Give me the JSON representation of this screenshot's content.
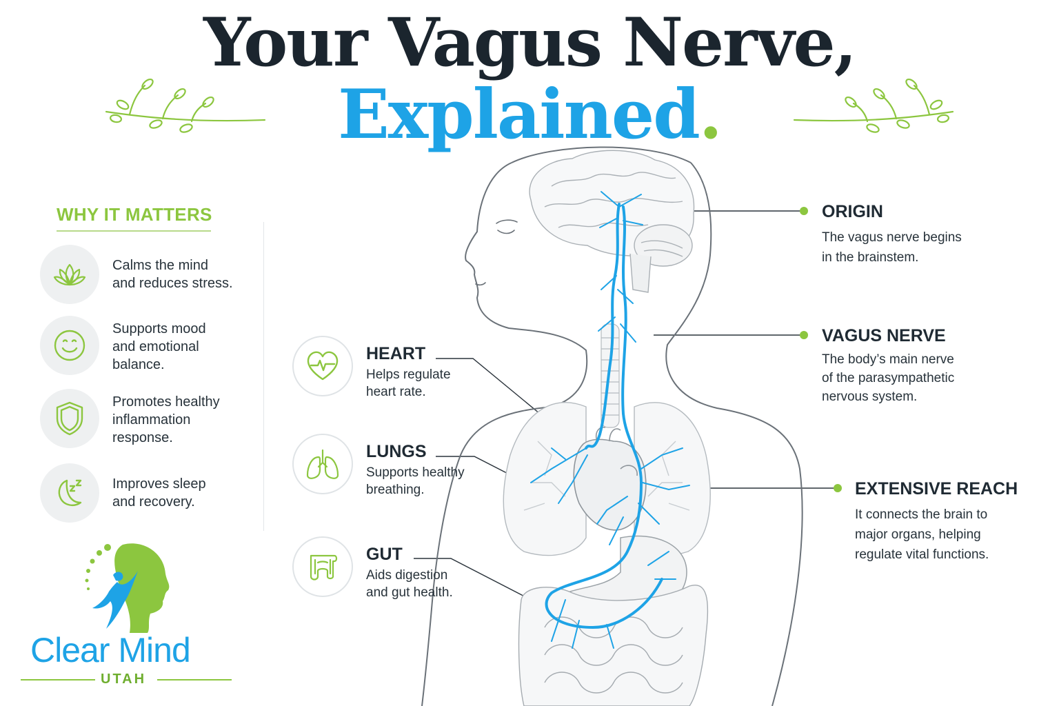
{
  "title": {
    "line1": "Your Vagus Nerve,",
    "line2": "Explained",
    "accent_dot": "."
  },
  "colors": {
    "dark": "#1b252e",
    "blue": "#1ea3e6",
    "green": "#8cc63f"
  },
  "why_it_matters": {
    "heading": "WHY IT MATTERS",
    "items": [
      {
        "icon": "lotus-icon",
        "text": "Calms the mind\nand reduces stress."
      },
      {
        "icon": "smiley-icon",
        "text": "Supports mood\nand emotional\nbalance."
      },
      {
        "icon": "shield-icon",
        "text": "Promotes healthy\ninflammation\nresponse."
      },
      {
        "icon": "moon-sleep-icon",
        "text": "Improves sleep\nand recovery."
      }
    ]
  },
  "organs": [
    {
      "icon": "heart-icon",
      "title": "HEART",
      "desc": "Helps regulate\nheart rate."
    },
    {
      "icon": "lungs-icon",
      "title": "LUNGS",
      "desc": "Supports healthy\nbreathing."
    },
    {
      "icon": "gut-icon",
      "title": "GUT",
      "desc": "Aids digestion\nand gut health."
    }
  ],
  "callouts": [
    {
      "title": "ORIGIN",
      "desc": "The vagus nerve begins\nin the brainstem."
    },
    {
      "title": "VAGUS NERVE",
      "desc": "The body’s main nerve\nof the parasympathetic\nnervous system."
    },
    {
      "title": "EXTENSIVE REACH",
      "desc": "It connects the brain to\nmajor organs, helping\nregulate vital functions."
    }
  ],
  "logo": {
    "name": "Clear Mind",
    "sub": "UTAH",
    "icon": "head-figure-logo-icon"
  }
}
